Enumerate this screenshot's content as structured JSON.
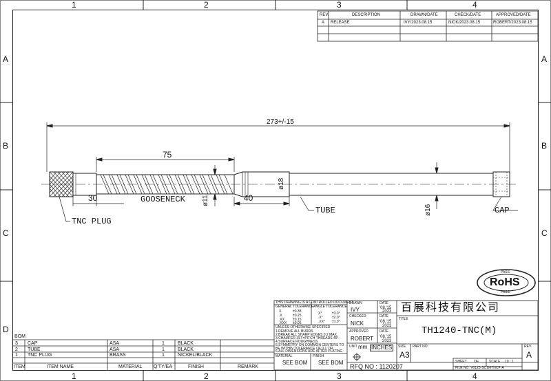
{
  "grid": {
    "columns": [
      "1",
      "2",
      "3",
      "4"
    ],
    "rows": [
      "A",
      "B",
      "C",
      "D"
    ]
  },
  "revision_table": {
    "headers": [
      "REV.",
      "DESCRIPTION",
      "DRAWN/DATE",
      "CHECK/DATE",
      "APPROVED/DATE"
    ],
    "rows": [
      [
        "A",
        "RELEASE",
        "IVY/2023.08.15",
        "NICK/2023.08.15",
        "ROBERT/2023.08.15"
      ]
    ]
  },
  "drawing": {
    "overall_length": "273+/-15",
    "gooseneck_length": "75",
    "tnc_section": "30",
    "tube_section": "40",
    "dia_gooseneck": "ø11",
    "dia_collar": "ø18",
    "dia_tube": "ø16",
    "label_gooseneck": "GOOSENECK",
    "label_tnc": "TNC PLUG",
    "label_tube": "TUBE",
    "label_cap": "CAP"
  },
  "rohs": {
    "text": "RoHS",
    "pass": "PASS"
  },
  "bom": {
    "title": "BOM",
    "headers": [
      "ITEM",
      "ITEM NAME",
      "MATERIAL",
      "Q'TY/EA",
      "FINISH",
      "REMARK"
    ],
    "rows": [
      [
        "3",
        "CAP",
        "ASA",
        "1",
        "BLACK",
        ""
      ],
      [
        "2",
        "TUBE",
        "ASA",
        "1",
        "BLACK",
        ""
      ],
      [
        "1",
        "TNC PLUG",
        "BRASS",
        "1",
        "NICKEL/BLACK",
        ""
      ]
    ]
  },
  "title_block": {
    "controlled": "THIS DRAWING IS A CONTROLLED DOCUMENT",
    "general_tol": "GENERAL TOLERANCE",
    "angle_tol": "ANGLE TOLERANCE",
    "tol_x": "X.",
    "tol_x_val": "±0.38",
    "tol_xx": ".X",
    "tol_xx_val": "±0.25",
    "tol_xxx": ".XX",
    "tol_xxx_val": "±0.15",
    "tol_xxxx": ".XXX",
    "tol_xxxx_val": "±0.05",
    "ang_1": "X°",
    "ang_1_val": "±3.0°",
    "ang_2": ".X°",
    "ang_2_val": "±2.0°",
    "ang_3": ".XX°",
    "ang_3_val": "±1.0°",
    "unless": "UNLESS OTHERWISE SPECIFIED",
    "notes": [
      "1.REMOVE ALL BURRS",
      "2.BREAK ALL SHARP EDGES 0.2 MAX.",
      "3.CHAMFER 1ST=PITCH THREADS 45°",
      "4.SURFACE ROUGHNESS",
      "5.SYMMETRY ON COMMON CENTERS TO",
      "  BE WITHIN TOLERANCE OF 0.1 TIR",
      "6.ALL DIMENSIONS ARE AFTER PLATING"
    ],
    "material_label": "MATERIAL",
    "material_value": "SEE BOM",
    "finish_label": "FINISH",
    "finish_value": "SEE BOM",
    "drawn_label": "DRAWN",
    "drawn_name": "IVY",
    "checked_label": "CHECKED",
    "checked_name": "NICK",
    "approved_label": "APPROVED",
    "approved_name": "ROBERT",
    "date_label": "DATE",
    "date_md": "'08.'15",
    "date_y": "2023",
    "unit_label": "UNIT",
    "unit_mm": "mm",
    "unit_inches": "INCHES",
    "company": "百展科技有限公司",
    "title_label": "TITLE",
    "title_value": "TH1240-TNC(M)",
    "size_label": "SIZE",
    "size_value": "A3",
    "part_no_label": "PART NO.",
    "rev_label": "REV.",
    "rev_value": "A",
    "sheet_label": "SHEET",
    "sheet_of": "OF",
    "scale_label": "SCALE",
    "scale_value": "10 : 1",
    "file_no": "FILE NO: V0123-SC1MTNCP-A",
    "rfq": "RFQ NO : 1120207"
  }
}
